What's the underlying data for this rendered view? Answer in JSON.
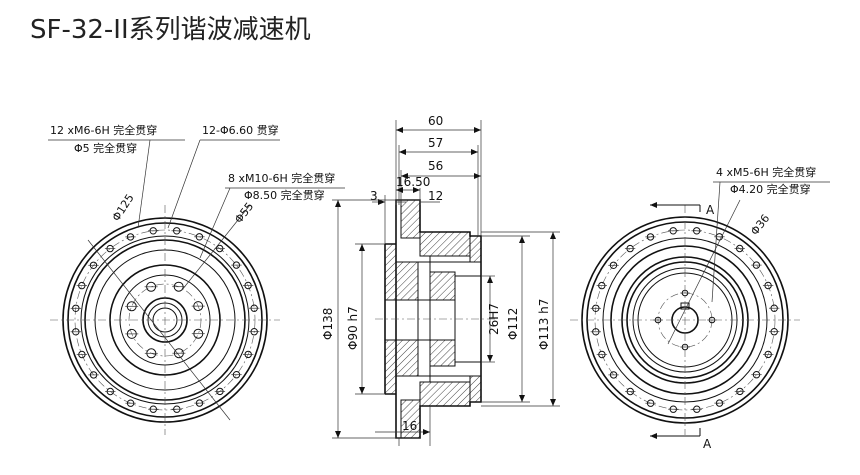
{
  "title": "SF-32-II系列谐波减速机",
  "left_view": {
    "callouts": {
      "thread_12": "12 xM6-6H 完全贯穿",
      "dia5": "Φ5 完全贯穿",
      "holes_12": "12-Φ6.60 贯穿",
      "thread_8": "8 xM10-6H 完全贯穿",
      "dia850": "Φ8.50 完全贯穿",
      "d125": "Φ125",
      "d55": "Φ55"
    }
  },
  "section_view": {
    "dims": {
      "w60": "60",
      "w57": "57",
      "w56": "56",
      "w1650": "16.50",
      "w3": "3",
      "w12": "12",
      "w16": "16",
      "d138": "Φ138",
      "d90h7": "Φ90 h7",
      "d26h7": "26H7",
      "d112": "Φ112",
      "d113h7": "Φ113 h7"
    }
  },
  "right_view": {
    "callouts": {
      "thread_4": "4 xM5-6H 完全贯穿",
      "dia420": "Φ4.20 完全贯穿",
      "d36": "Φ36",
      "sectionA_top": "A",
      "sectionA_bottom": "A"
    }
  },
  "colors": {
    "line": "#111111",
    "center_line": "#555555",
    "background": "#ffffff"
  }
}
